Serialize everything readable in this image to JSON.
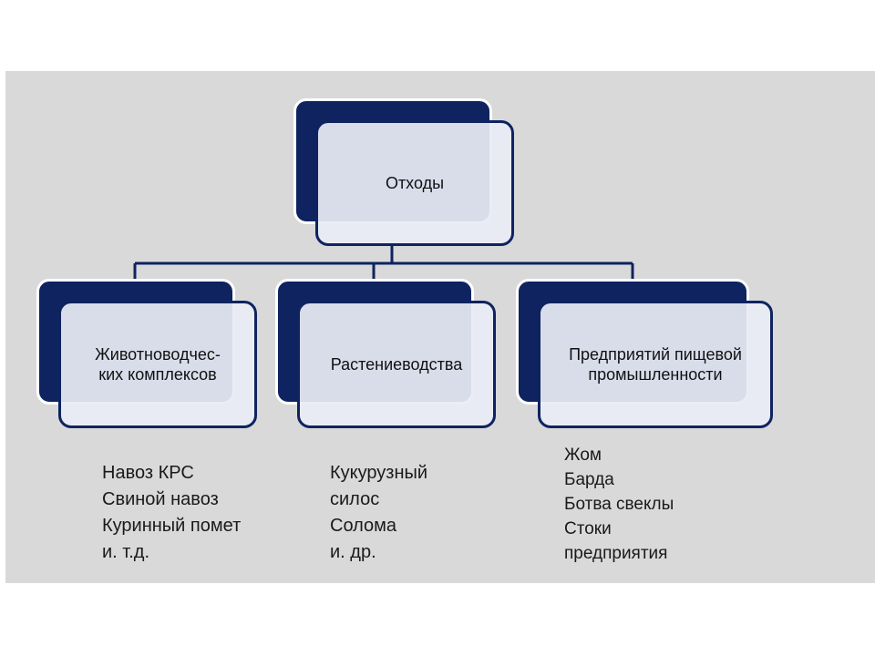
{
  "diagram": {
    "root": {
      "label": "Отходы"
    },
    "children": [
      {
        "label": "Животноводчес-\nких комплексов",
        "items": [
          "Навоз КРС",
          "Свиной навоз",
          "Куринный помет",
          "и. т.д."
        ]
      },
      {
        "label": "Растениеводства",
        "items": [
          "Кукурузный",
          "силос",
          "Солома",
          "и. др."
        ]
      },
      {
        "label": "Предприятий пищевой\nпромышленности",
        "items": [
          "Жом",
          "Барда",
          "Ботва свеклы",
          "Стоки",
          "предприятия"
        ]
      }
    ],
    "colors": {
      "panel": "#d9d9d9",
      "navy": "#0e2360",
      "card_fill": "#e8ecf4"
    }
  }
}
